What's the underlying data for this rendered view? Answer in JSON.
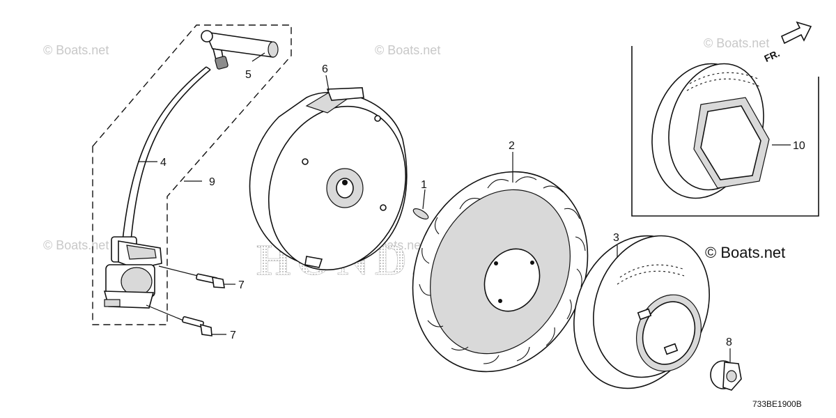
{
  "diagram": {
    "callouts": {
      "c1": "1",
      "c2": "2",
      "c3": "3",
      "c4": "4",
      "c5": "5",
      "c6": "6",
      "c7a": "7",
      "c7b": "7",
      "c8": "8",
      "c9": "9",
      "c10": "10"
    },
    "watermarks": {
      "wm1": "© Boats.net",
      "wm2": "© Boats.net",
      "wm3": "© Boats.net",
      "wm4": "© Boats.net",
      "wm5": "© Boats.net"
    },
    "brand_watermark": "HONDA",
    "copyright": "© Boats.net",
    "direction_label": "FR.",
    "diagram_code": "733BE1900B"
  }
}
